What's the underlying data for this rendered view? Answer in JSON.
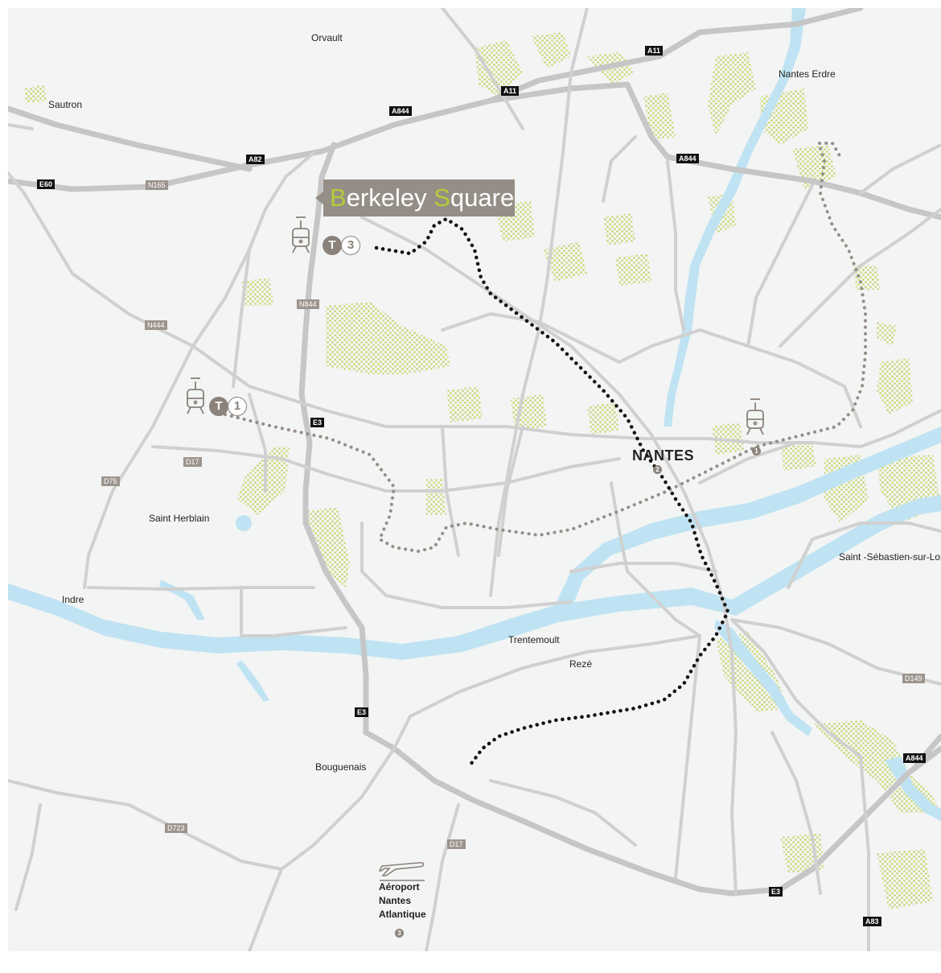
{
  "places": {
    "orvault": "Orvault",
    "sautron": "Sautron",
    "nantes_erdre": "Nantes Erdre",
    "nantes": "NANTES",
    "saint_herblain": "Saint Herblain",
    "saint_sebastien": "Saint -Sébastien-sur-Loire",
    "indre": "Indre",
    "trentemoult": "Trentemoult",
    "reze": "Rezé",
    "bouguenais": "Bouguenais"
  },
  "roads": {
    "a11_top": "A11",
    "a11_mid": "A11",
    "a844_top": "A844",
    "a844_right": "A844",
    "a82": "A82",
    "e60": "E60",
    "n165": "N165",
    "n844": "N844",
    "n444": "N444",
    "e3_mid": "E3",
    "e3_south": "E3",
    "e3_bottom": "E3",
    "d17_west": "D17",
    "d75": "D75",
    "d149": "D149",
    "a844_se": "A844",
    "d723": "D723",
    "d17_south": "D17",
    "a83": "A83"
  },
  "callout": {
    "first_initial": "B",
    "first_rest": "erkeley ",
    "second_initial": "S",
    "second_rest": "quare"
  },
  "tram_lines": {
    "t3": {
      "letter": "T",
      "number": "3"
    },
    "t1": {
      "letter": "T",
      "number": "1"
    }
  },
  "markers": {
    "nantes_num": "2",
    "tram_east_num": "1",
    "airport_num": "3"
  },
  "airport": {
    "line1": "Aéroport",
    "line2": "Nantes",
    "line3": "Atlantique"
  },
  "colors": {
    "background": "#f3f4f4",
    "road": "#c8c8c8",
    "water": "#bfe3f2",
    "greenery": "#c3d669",
    "tram_route_dark": "#111111",
    "tram_route_grey": "#958e86",
    "callout_bg": "#958e86",
    "callout_accent": "#b6cc3a"
  },
  "icons": [
    "tram-icon",
    "airplane-icon"
  ]
}
